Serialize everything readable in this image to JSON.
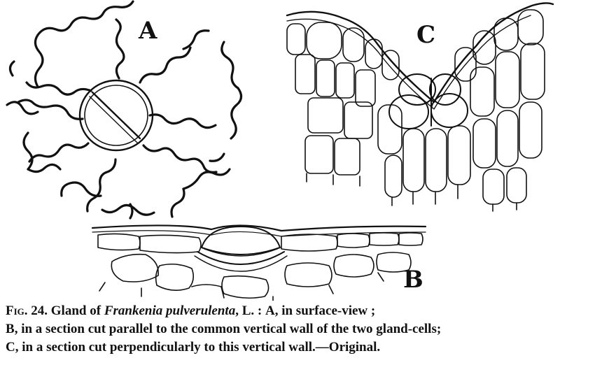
{
  "labels": {
    "a": "A",
    "b": "B",
    "c": "C"
  },
  "caption": {
    "fig": "Fig. 24.",
    "title_pre": "Gland of ",
    "species": "Frankenia pulverulenta",
    "authority": ", L. : ",
    "a_letter": "A",
    "a_text": ", in surface-view ;",
    "b_letter": "B",
    "b_text": ", in a section cut parallel to the common vertical wall of the two gland-cells;",
    "c_letter": "C",
    "c_text": ", in a section cut perpendicularly to this vertical wall.—Original."
  },
  "colors": {
    "ink": "#111111",
    "paper": "#ffffff"
  }
}
